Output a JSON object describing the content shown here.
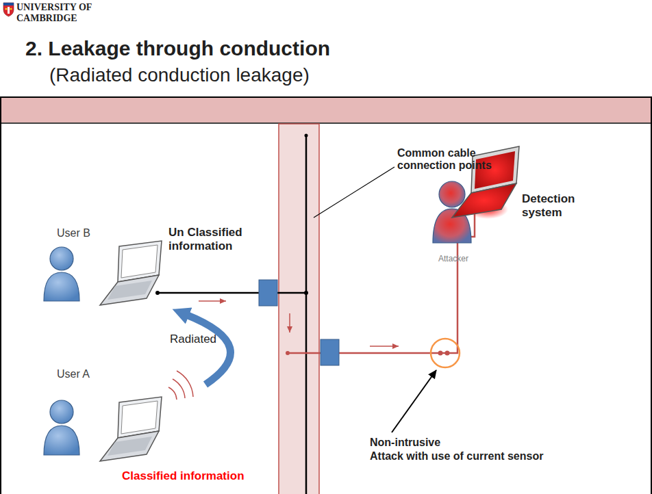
{
  "diagram": {
    "title": "2. Leakage through conduction",
    "labels": [
      "UNIVERSITY OF CAMBRIDGE",
      "(Radiated conduction leakage)",
      "Common cable connection points",
      "User B",
      "Un Classified information",
      "Detection system",
      "Attacker",
      "Radiated",
      "User A",
      "Non-intrusive",
      "Attack with use of current sensor",
      "Classified information"
    ]
  }
}
